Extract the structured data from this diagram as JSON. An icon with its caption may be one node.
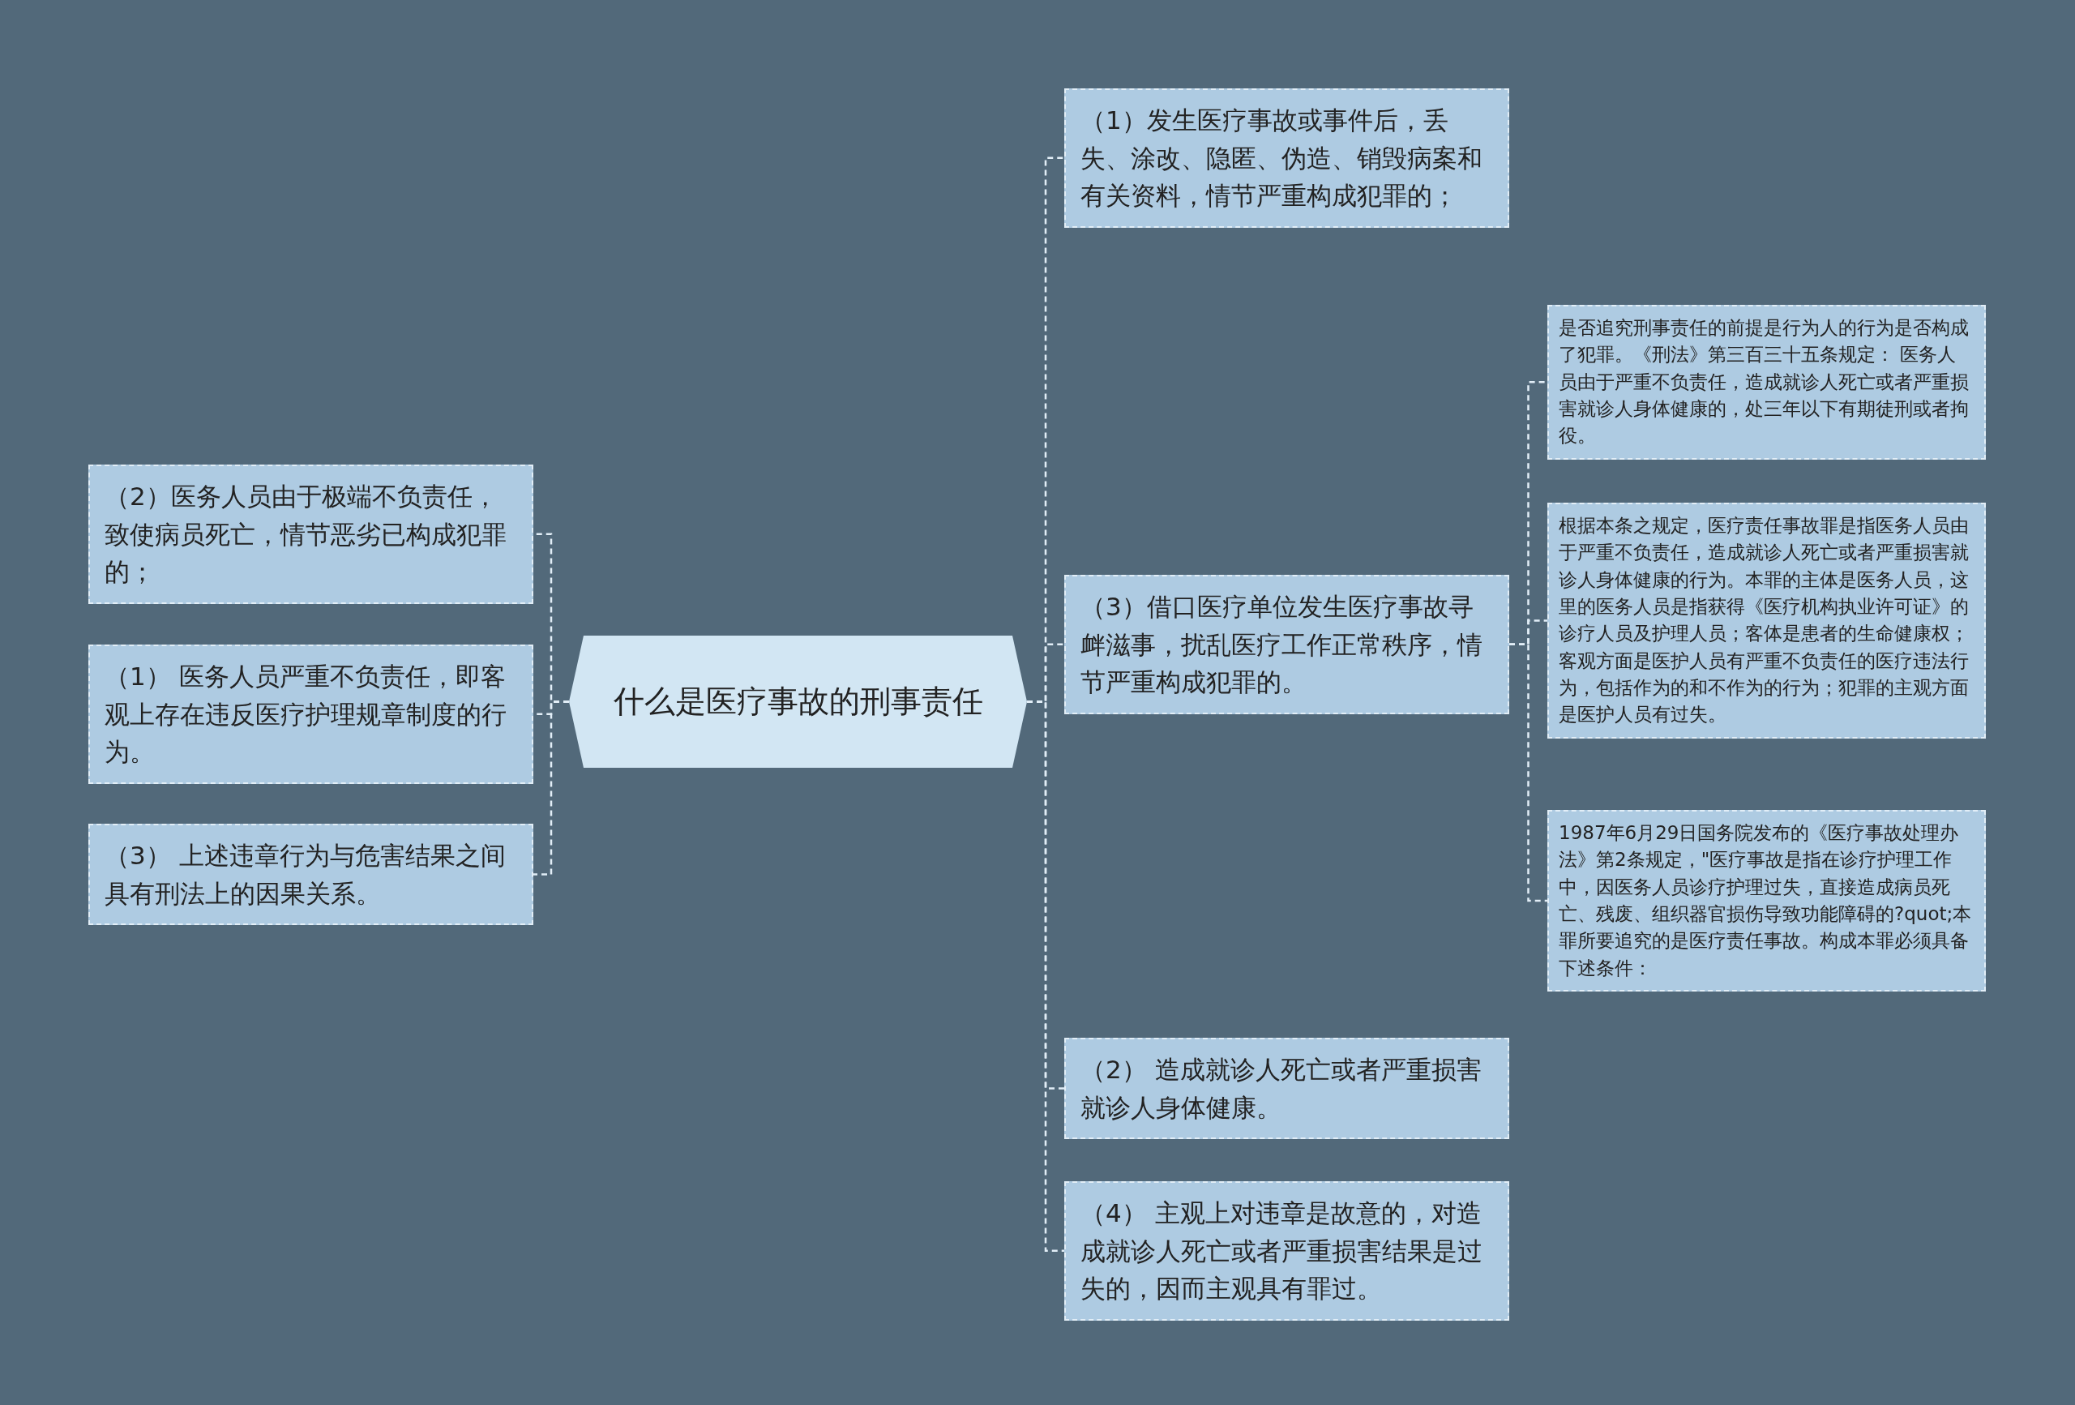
{
  "diagram": {
    "nodes": [
      {
        "text": [
          "什么是医疗事故的刑事责任"
        ]
      },
      {
        "text": [
          "（2）医务人员由于极端不负责任，致使病员死亡，情节恶劣已构成犯罪的；"
        ]
      },
      {
        "text": [
          "（1） 医务人员严重不负责任，即客观上存在违反医疗护理规章制度的行为。"
        ]
      },
      {
        "text": [
          "（3） 上述违章行为与危害结果之间具有刑法上的因果关系。"
        ]
      },
      {
        "text": [
          "（1）发生医疗事故或事件后，丢失、涂改、隐匿、伪造、销毁病案和有关资料，情节严重构成犯罪的；"
        ]
      },
      {
        "text": [
          "（3）借口医疗单位发生医疗事故寻衅滋事，扰乱医疗工作正常秩序，情节严重构成犯罪的。"
        ]
      },
      {
        "text": [
          "（2） 造成就诊人死亡或者严重损害就诊人身体健康。"
        ]
      },
      {
        "text": [
          "（4） 主观上对违章是故意的，对造成就诊人死亡或者严重损害结果是过失的，因而主观具有罪过。"
        ]
      },
      {
        "text": [
          "是否追究刑事责任的前提是行为人的行为是否构成了犯罪。《刑法》第三百三十五条规定： 医务人员由于严重不负责任，造成就诊人死亡或者严重损害就诊人身体健康的，处三年以下有期徒刑或者拘役。"
        ]
      },
      {
        "text": [
          "根据本条之规定，医疗责任事故罪是指医务人员由于严重不负责任，造成就诊人死亡或者严重损害就诊人身体健康的行为。本罪的主体是医务人员，这里的医务人员是指获得《医疗机构执业许可证》的诊疗人员及护理人员；客体是患者的生命健康权；客观方面是医护人员有严重不负责任的医疗违法行为，包括作为的和不作为的行为；犯罪的主观方面是医护人员有过失。"
        ]
      },
      {
        "text": [
          "1987年6月29日国务院发布的《医疗事故处理办法》第2条规定，\"医疗事故是指在诊疗护理工作中，因医务人员诊疗护理过失，直接造成病员死亡、残废、组织器官损伤导致功能障碍的?quot;本罪所要追究的是医疗责任事故。构成本罪必须具备下述条件："
        ]
      }
    ],
    "edges": [
      {
        "from": 0,
        "to": 1,
        "arrow": "none",
        "style": "dashed"
      },
      {
        "from": 0,
        "to": 2,
        "arrow": "none",
        "style": "dashed"
      },
      {
        "from": 0,
        "to": 3,
        "arrow": "none",
        "style": "dashed"
      },
      {
        "from": 0,
        "to": 4,
        "arrow": "none",
        "style": "dashed"
      },
      {
        "from": 0,
        "to": 5,
        "arrow": "none",
        "style": "dashed"
      },
      {
        "from": 0,
        "to": 6,
        "arrow": "none",
        "style": "dashed"
      },
      {
        "from": 0,
        "to": 7,
        "arrow": "none",
        "style": "dashed"
      },
      {
        "from": 5,
        "to": 8,
        "arrow": "none",
        "style": "dashed"
      },
      {
        "from": 5,
        "to": 9,
        "arrow": "none",
        "style": "dashed"
      },
      {
        "from": 5,
        "to": 10,
        "arrow": "none",
        "style": "dashed"
      }
    ]
  }
}
